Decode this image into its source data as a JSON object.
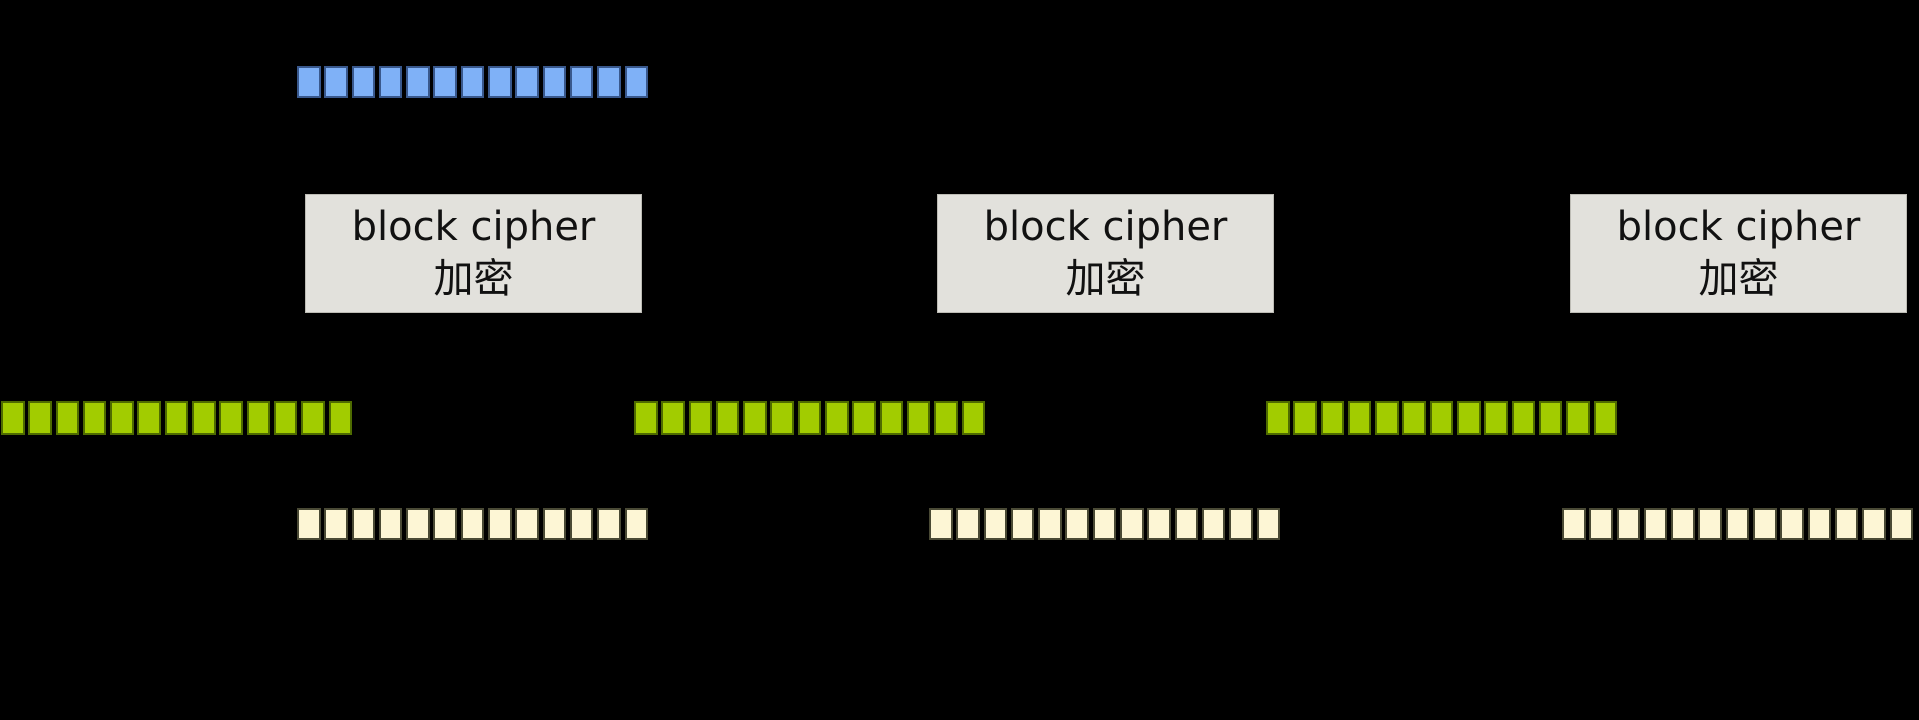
{
  "canvas": {
    "background": "#000000"
  },
  "boxes": {
    "label_line1": "block cipher",
    "label_line2": "加密",
    "fill": "#e2e1dc",
    "border": "#bdbcb5",
    "text_color": "#111111",
    "count": 3
  },
  "bars": {
    "segment_count": 13,
    "types": {
      "iv": {
        "semantic": "initialization-vector-segments",
        "fill": "#7fb1f7",
        "border": "#39588c"
      },
      "plaintext": {
        "semantic": "plaintext-segments",
        "fill": "#a2cc00",
        "border": "#4e6b00"
      },
      "ciphertext": {
        "semantic": "ciphertext-segments",
        "fill": "#fdf6d5",
        "border": "#4a4a35"
      }
    }
  }
}
